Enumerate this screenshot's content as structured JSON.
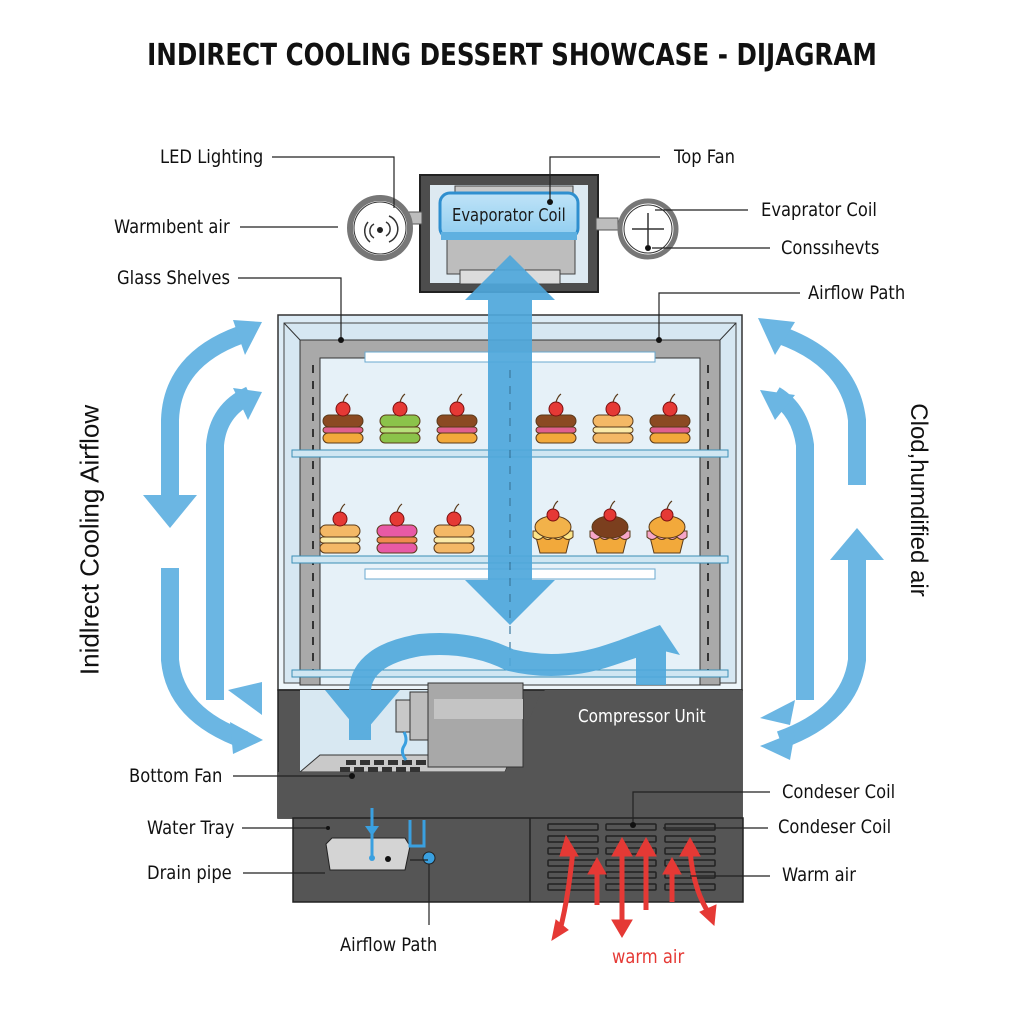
{
  "title": "INDIRECT COOLING DESSERT SHOWCASE - DIJAGRAM",
  "side_labels": {
    "left_vertical": "Inidlrect Cooling Airflow",
    "right_vertical": "Clod,humdified air"
  },
  "left_callouts": [
    {
      "id": "led-lighting",
      "text": "LED Lighting"
    },
    {
      "id": "warm-ambient-air",
      "text": "Warmıbent air"
    },
    {
      "id": "glass-shelves",
      "text": "Glass Shelves"
    },
    {
      "id": "bottom-fan",
      "text": "Bottom Fan"
    },
    {
      "id": "water-tray",
      "text": "Water Tray"
    },
    {
      "id": "drain-pipe",
      "text": "Drain pipe"
    }
  ],
  "right_callouts": [
    {
      "id": "top-fan",
      "text": "Top Fan"
    },
    {
      "id": "evaporator-coil-right",
      "text": "Evaprator Coil"
    },
    {
      "id": "cons-shelves",
      "text": "Conssıhevts"
    },
    {
      "id": "airflow-path-top",
      "text": "Airflow Path"
    },
    {
      "id": "condenser-coil-1",
      "text": "Condeser Coil"
    },
    {
      "id": "condenser-coil-2",
      "text": "Condeser Coil"
    },
    {
      "id": "warm-air-right",
      "text": "Warm air"
    }
  ],
  "bottom_callouts": {
    "airflow_path": "Airflow Path",
    "warm_air": "warm air"
  },
  "components": {
    "evaporator_box": "Evaporator Coil",
    "compressor_unit": "Compressor Unit"
  },
  "desserts": {
    "top_shelf": [
      "chocolate-macaron",
      "green-macaron",
      "chocolate-macaron",
      "chocolate-macaron",
      "vanilla-macaron",
      "chocolate-macaron"
    ],
    "middle_shelf": [
      "vanilla-macaron",
      "pink-macaron",
      "vanilla-macaron",
      "yellow-cupcake",
      "chocolate-cupcake",
      "orange-cupcake"
    ]
  },
  "colors": {
    "airflow_blue": "#6bb6e3",
    "warm_red": "#e53935",
    "cabinet_dark": "#555555",
    "glass": "#e3f0f8",
    "frame_gray": "#a9a9a9"
  }
}
